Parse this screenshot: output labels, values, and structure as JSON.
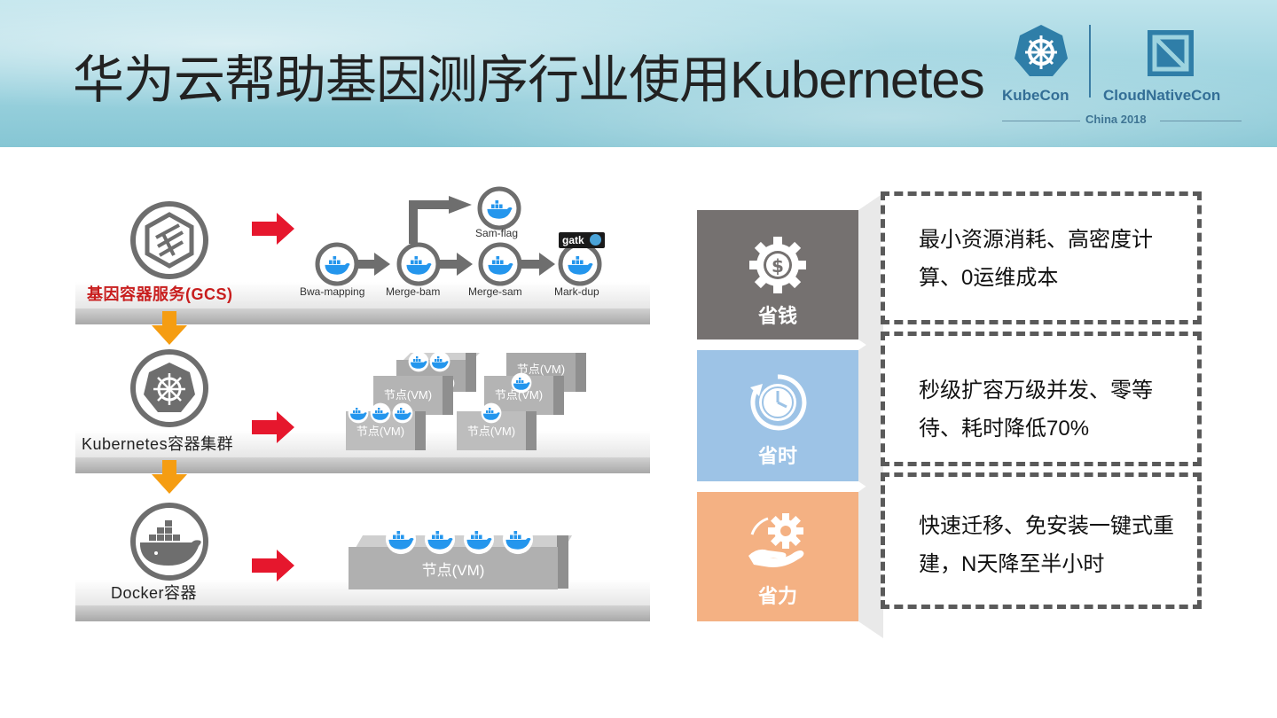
{
  "title": "华为云帮助基因测序行业使用Kubernetes",
  "logo": {
    "kubecon": "KubeCon",
    "cloudnativecon": "CloudNativeCon",
    "subtitle": "China 2018"
  },
  "layers": [
    {
      "label": "基因容器服务(GCS)",
      "icon": "gcs-hexagon-icon"
    },
    {
      "label": "Kubernetes容器集群",
      "icon": "kubernetes-helm-icon"
    },
    {
      "label": "Docker容器",
      "icon": "docker-whale-icon"
    }
  ],
  "pipeline": {
    "stages": [
      "Bwa-mapping",
      "Merge-bam",
      "Merge-sam",
      "Mark-dup"
    ],
    "branch": "Sam-flag",
    "tool": "gatk"
  },
  "vm_label": "节点(VM)",
  "benefits": [
    {
      "label": "省钱",
      "icon": "dollar-gear-icon",
      "color": "#757170",
      "text": "最小资源消耗、高密度计算、0运维成本"
    },
    {
      "label": "省时",
      "icon": "clock-icon",
      "color": "#9dc3e6",
      "text": "秒级扩容万级并发、零等待、耗时降低70%"
    },
    {
      "label": "省力",
      "icon": "hand-gear-icon",
      "color": "#f4b183",
      "text": "快速迁移、免安装一键式重建，N天降至半小时"
    }
  ],
  "colors": {
    "arrow_red": "#e6172d",
    "arrow_orange": "#f59d12",
    "docker_blue": "#2496ed",
    "card_border": "#5a5a5a"
  }
}
